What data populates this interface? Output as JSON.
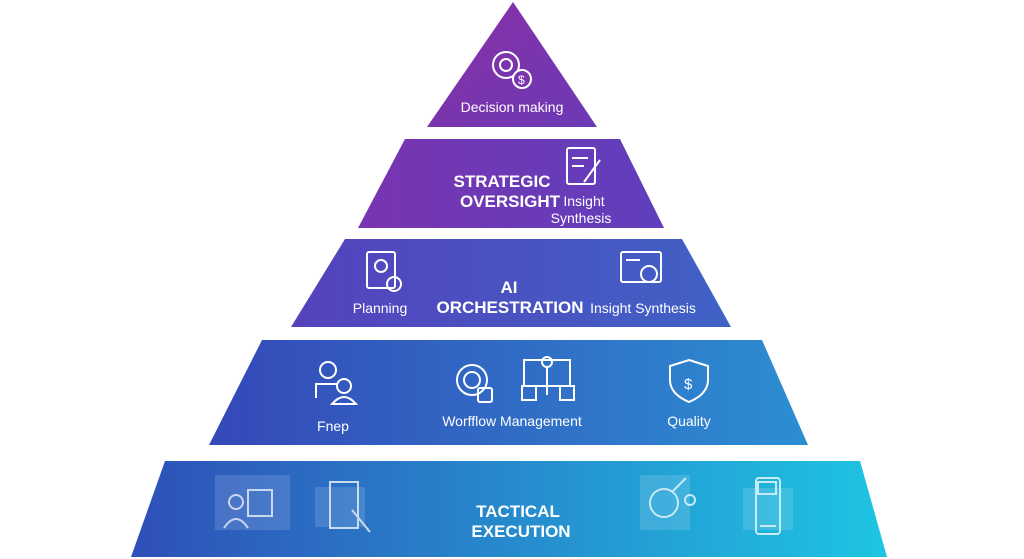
{
  "tiers": [
    {
      "name": "apex",
      "labels": {
        "main": "Decision making"
      },
      "colors": [
        "#8a2fa6",
        "#6b3ab4"
      ]
    },
    {
      "name": "strategic",
      "title_lines": [
        "STRATEGIC",
        "OVERSIGHT"
      ],
      "labels": {
        "insight_lines": [
          "Insight",
          "Synthesis"
        ]
      },
      "colors": [
        "#7a34b0",
        "#5f3fbd"
      ]
    },
    {
      "name": "ai",
      "title_lines": [
        "AI",
        "ORCHESTRATION"
      ],
      "labels": {
        "left": "Planning",
        "right": "Insight Synthesis"
      },
      "colors": [
        "#5542bd",
        "#3f62c6"
      ]
    },
    {
      "name": "workflow",
      "labels": {
        "left": "Fnep",
        "center": "Worfflow Management",
        "right": "Quality"
      },
      "colors": [
        "#3548b8",
        "#2c8ed2"
      ]
    },
    {
      "name": "tactical",
      "title_lines": [
        "TACTICAL",
        "EXECUTION"
      ],
      "colors": [
        "#2f4fb8",
        "#1ec5e2"
      ]
    }
  ],
  "icons": [
    "gear-dollar-icon",
    "document-pen-icon",
    "document-search-icon",
    "profile-card-icon",
    "team-user-icon",
    "gear-check-icon",
    "network-nodes-icon",
    "shield-dollar-icon",
    "user-chat-icon",
    "clipboard-search-icon",
    "analytics-icon",
    "id-card-icon"
  ]
}
